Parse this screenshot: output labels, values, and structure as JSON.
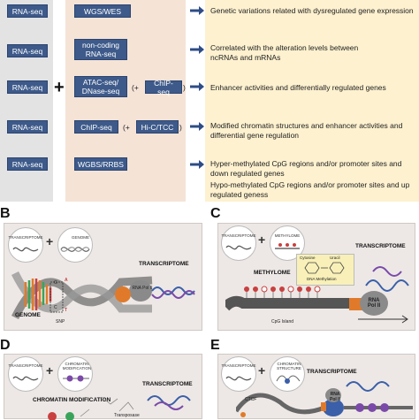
{
  "panelA": {
    "left_boxes": [
      "RNA-seq",
      "RNA-seq",
      "RNA-seq",
      "RNA-seq",
      "RNA-seq"
    ],
    "plus": "+",
    "mid_boxes": [
      "WGS/WES",
      "non-coding RNA-seq",
      "ATAC-seq/ DNase-seq",
      "ChIP-seq",
      "WGBS/RRBS"
    ],
    "extra_boxes": [
      "ChIP-seq",
      "Hi-C/TCC"
    ],
    "paren_open": "(+",
    "paren_close": ")",
    "descriptions": [
      "Genetic variations related with dysregulated gene expression",
      "Correlated with the alteration levels between ncRNAs and mRNAs",
      "Enhancer activities and differentially regulated genes",
      "Modified chromatin structures and enhancer activities and differential gene regulation",
      "Hyper-methylated CpG regions and/or promoter sites and down regulated genes",
      "Hypo-methylated CpG regions and/or promoter sites and up regulated geness"
    ]
  },
  "panelB": {
    "label": "B",
    "circle1": "TRANSCRIPTOME",
    "circle2": "GENOME",
    "plus": "+",
    "title": "TRANSCRIPTOME",
    "genome": "GENOME",
    "rnapol": "RNA Pol II",
    "g": "G",
    "a": "A",
    "c": "C",
    "t": "T",
    "snp": "SNP"
  },
  "panelC": {
    "label": "C",
    "circle1": "TRANSCRIPTOME",
    "circle2": "METHYLOME",
    "plus": "+",
    "title": "TRANSCRIPTOME",
    "methylome": "METHYLOME",
    "cytosine": "Cytosine",
    "uracil": "Uracil",
    "dnameth": "DNA Methylation",
    "cpg": "CpG Island",
    "rnapol": "RNA Pol II"
  },
  "panelD": {
    "label": "D",
    "circle1": "TRANSCRIPTOME",
    "circle2": "CHROMATIN MODIFICATION",
    "plus": "+",
    "title": "TRANSCRIPTOME",
    "chrom": "CHROMATIN MODIFICATION",
    "transposase": "Transposase"
  },
  "panelE": {
    "label": "E",
    "circle1": "TRANSCRIPTOME",
    "circle2": "CHROMATIN STRUCTURE",
    "plus": "+",
    "title": "TRANSCRIPTOME",
    "rnapol": "RNA Pol II",
    "ctcf": "CTCF"
  },
  "colors": {
    "box_blue": "#3d5a8a",
    "arrow_blue": "#2e4c86",
    "panel_grey": "#e3e3e3",
    "panel_peach": "#f5e3d6",
    "panel_yellow": "#fdf1cf",
    "dna_orange": "#e07a2a",
    "rnapol_grey": "#8a8a8a"
  }
}
